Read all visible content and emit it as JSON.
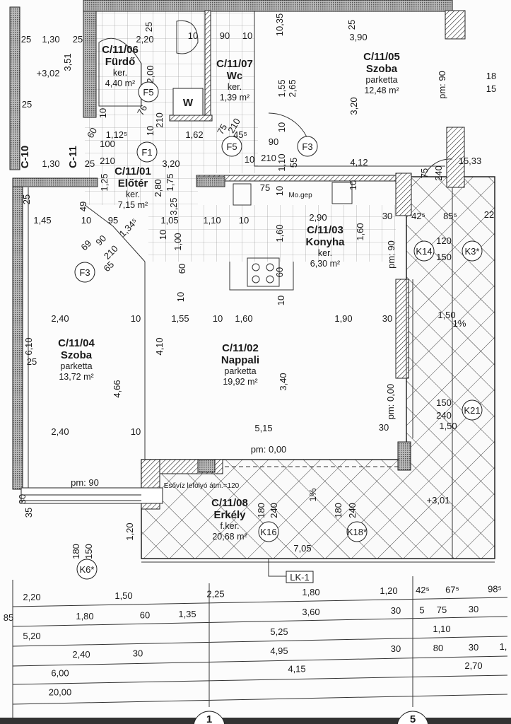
{
  "rooms": [
    {
      "id": "C/11/06",
      "name": "Fürdő",
      "floor": "ker.",
      "area": "4,40 m²"
    },
    {
      "id": "C/11/07",
      "name": "Wc",
      "floor": "ker.",
      "area": "1,39 m²"
    },
    {
      "id": "C/11/05",
      "name": "Szoba",
      "floor": "parketta",
      "area": "12,48 m²"
    },
    {
      "id": "C/11/01",
      "name": "Előtér",
      "floor": "ker.",
      "area": "7,15 m²"
    },
    {
      "id": "C/11/03",
      "name": "Konyha",
      "floor": "ker.",
      "area": "6,30 m²"
    },
    {
      "id": "C/11/04",
      "name": "Szoba",
      "floor": "parketta",
      "area": "13,72 m²"
    },
    {
      "id": "C/11/02",
      "name": "Nappali",
      "floor": "parketta",
      "area": "19,92 m²"
    },
    {
      "id": "C/11/08",
      "name": "Erkély",
      "floor": "f.ker.",
      "area": "20,68 m²"
    }
  ],
  "dimensions": [
    "25",
    "1,30",
    "25",
    "3,51",
    "+3,02",
    "25",
    "1,30",
    "25",
    "25",
    "49",
    "25",
    "2,20",
    "2,00",
    "10",
    "76",
    "210",
    "10",
    "1,12⁵",
    "100",
    "210",
    "1,62",
    "3,20",
    "1,75",
    "1,25",
    "2,80",
    "3,25",
    "10",
    "90",
    "10",
    "75",
    "210",
    "45⁵",
    "10",
    "10,35",
    "25",
    "3,90",
    "1,55",
    "2,65",
    "3,20",
    "10",
    "90",
    "210",
    "1,10",
    "55",
    "4,12",
    "75",
    "240",
    "15,33",
    "pm: 90",
    "18",
    "15",
    "10",
    "10",
    "1,10",
    "10",
    "1,60",
    "2,90",
    "1,60",
    "30",
    "42⁵",
    "85⁵",
    "22",
    "60",
    "10",
    "pm: 90",
    "120",
    "150",
    "75",
    "1,45",
    "10",
    "95",
    "1,34⁵",
    "1,05",
    "10",
    "1,00",
    "60",
    "10",
    "69",
    "90",
    "210",
    "65",
    "2,40",
    "10",
    "1,55",
    "10",
    "1,60",
    "1,90",
    "30",
    "1,50",
    "1%",
    "6,10",
    "25",
    "4,66",
    "4,10",
    "3,40",
    "pm: 0,00",
    "150",
    "240",
    "1,50",
    "2,40",
    "10",
    "5,15",
    "30",
    "pm: 0,00",
    "pm: 90",
    "30",
    "35",
    "180",
    "150",
    "1,20",
    "180",
    "240",
    "1%",
    "180",
    "240",
    "+3,01",
    "7,05",
    "60"
  ],
  "annotations": {
    "drain": "Esővíz lefolyó átm.=120",
    "washing_machine": "Mo.gep",
    "wall_unit": "W",
    "section_ref": "LK-1"
  },
  "tags": [
    "F5",
    "F1",
    "F5",
    "F3",
    "F3",
    "K14",
    "K3*",
    "K21",
    "K16",
    "K18*",
    "K6*"
  ],
  "section_markers": [
    "C-10",
    "C-11"
  ],
  "axis_markers": [
    "1",
    "5"
  ],
  "bottom_dimensions": [
    [
      "2,20",
      "1,50",
      "2,25",
      "1,80",
      "1,20",
      "42⁵",
      "67⁵",
      "98⁵"
    ],
    [
      "85",
      "1,80",
      "60",
      "1,35",
      "3,60",
      "30",
      "5",
      "75",
      "30"
    ],
    [
      "5,20",
      "5,25",
      "1,10"
    ],
    [
      "2,40",
      "30",
      "4,95",
      "30",
      "80",
      "30",
      "1,"
    ],
    [
      "6,00",
      "4,15",
      "2,70"
    ],
    [
      "20,00"
    ]
  ]
}
